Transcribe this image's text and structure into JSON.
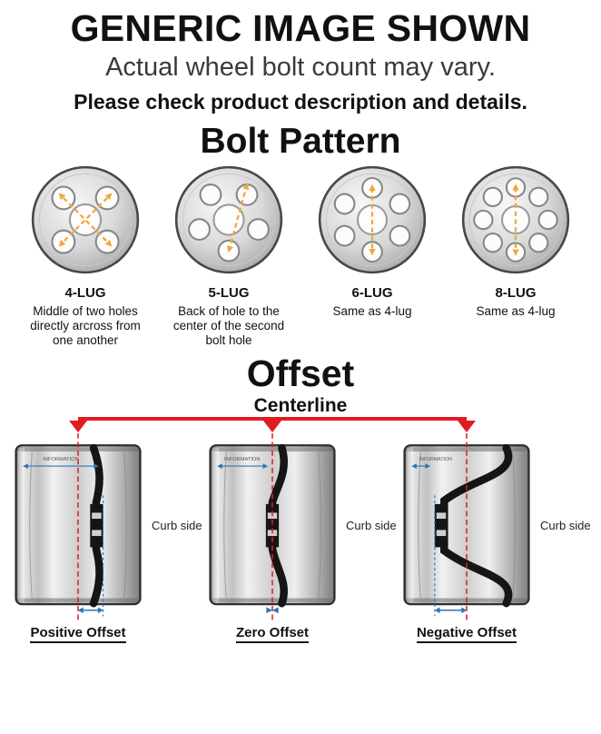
{
  "header": {
    "title": "GENERIC IMAGE SHOWN",
    "subtitle": "Actual wheel bolt count may vary.",
    "note": "Please check product description and details."
  },
  "bolt_pattern": {
    "heading": "Bolt Pattern",
    "items": [
      {
        "label": "4-LUG",
        "description": "Middle of two holes directly arcross from one another"
      },
      {
        "label": "5-LUG",
        "description": "Back of hole to the center of the second bolt hole"
      },
      {
        "label": "6-LUG",
        "description": "Same as 4-lug"
      },
      {
        "label": "8-LUG",
        "description": "Same as 4-lug"
      }
    ]
  },
  "offset": {
    "heading": "Offset",
    "centerline_label": "Centerline",
    "curb_side_label": "Curb side",
    "rim_text": "INFORMATION",
    "types": [
      {
        "label": "Positive Offset"
      },
      {
        "label": "Zero Offset"
      },
      {
        "label": "Negative Offset"
      }
    ],
    "colors": {
      "centerline_red": "#e01b22",
      "measure_blue": "#2e75b6",
      "pattern_orange": "#f2a73a"
    }
  }
}
